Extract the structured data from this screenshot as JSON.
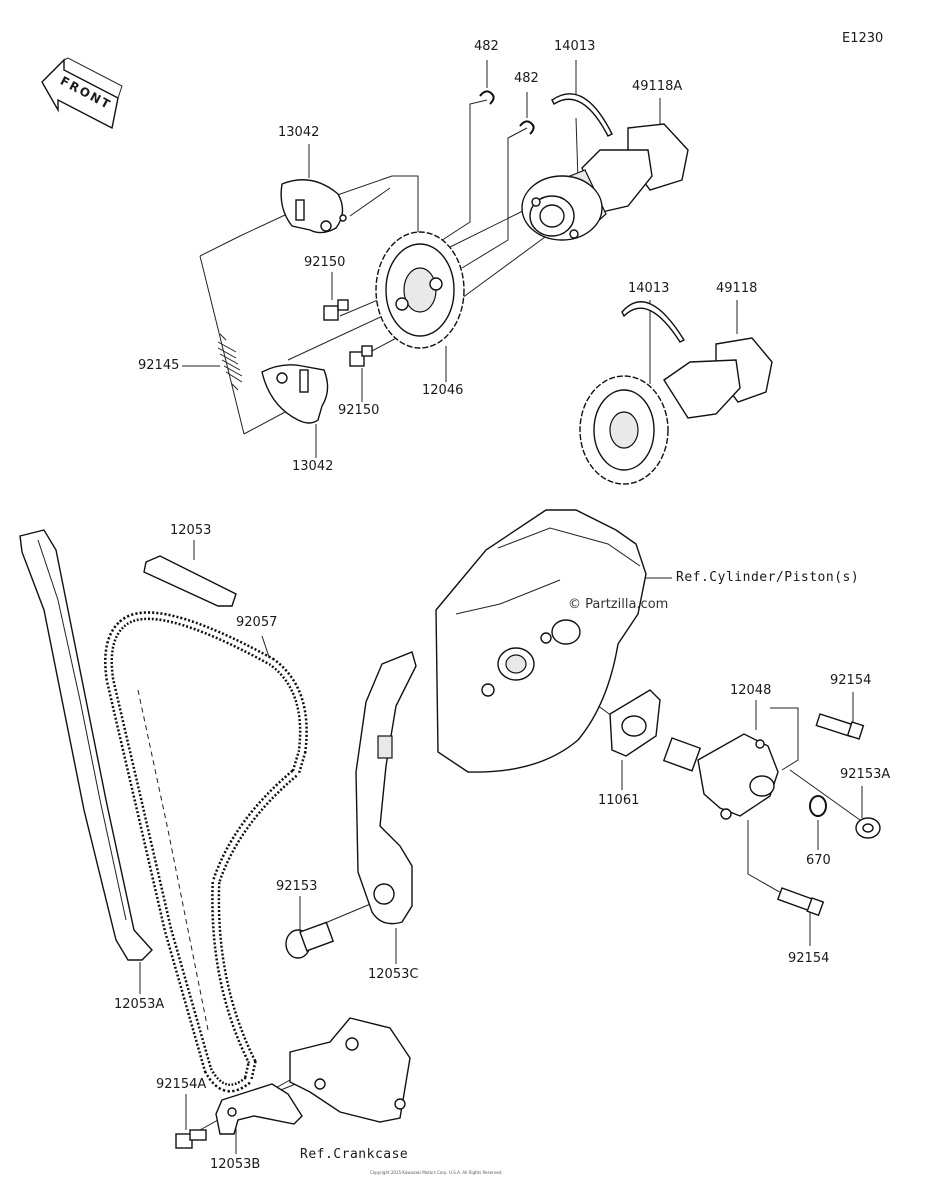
{
  "diagram_id": "E1230",
  "front_label": "FRONT",
  "watermark": "© Partzilla.com",
  "copyright": "Copyright 2015 Kawasaki Motors Corp. U.S.A. All Rights Reserved.",
  "parts": {
    "p482a": "482",
    "p482b": "482",
    "p14013a": "14013",
    "p49118a": "49118A",
    "p13042a": "13042",
    "p92150a": "92150",
    "p14013b": "14013",
    "p49118": "49118",
    "p92145": "92145",
    "p92150b": "92150",
    "p12046": "12046",
    "p13042b": "13042",
    "p12053": "12053",
    "p92057": "92057",
    "p12048": "12048",
    "p92154a": "92154",
    "p92153a": "92153A",
    "p11061": "11061",
    "p670": "670",
    "p92153": "92153",
    "p12053c": "12053C",
    "p92154b": "92154",
    "p12053a": "12053A",
    "p92154bolt": "92154A",
    "p12053b": "12053B"
  },
  "refs": {
    "cylinder": "Ref.Cylinder/Piston(s)",
    "crankcase": "Ref.Crankcase"
  }
}
